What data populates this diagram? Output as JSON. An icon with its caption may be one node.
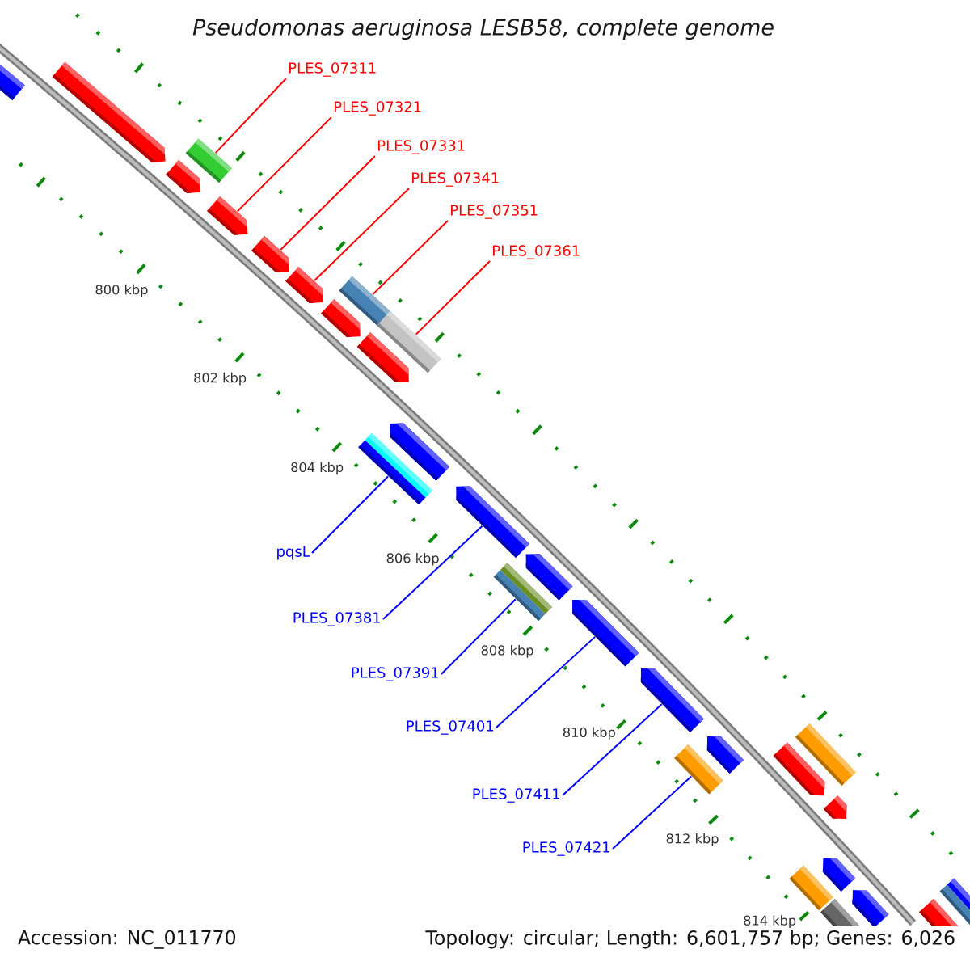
{
  "diagram": {
    "title": "Pseudomonas aeruginosa LESB58, complete genome",
    "nodes": [
      {
        "text": [
          "PLES_07311"
        ]
      },
      {
        "text": [
          "PLES_07321"
        ]
      },
      {
        "text": [
          "PLES_07331"
        ]
      },
      {
        "text": [
          "PLES_07341"
        ]
      },
      {
        "text": [
          "PLES_07351"
        ]
      },
      {
        "text": [
          "PLES_07361"
        ]
      },
      {
        "text": [
          "pqsL"
        ]
      },
      {
        "text": [
          "PLES_07381"
        ]
      },
      {
        "text": [
          "PLES_07391"
        ]
      },
      {
        "text": [
          "PLES_07401"
        ]
      },
      {
        "text": [
          "PLES_07411"
        ]
      },
      {
        "text": [
          "PLES_07421"
        ]
      },
      {
        "text": [],
        "shape": "box"
      },
      {
        "text": [],
        "shape": "pentagon"
      },
      {
        "text": [],
        "shape": "pentagon"
      },
      {
        "text": [],
        "shape": "box"
      },
      {
        "text": [],
        "shape": "pentagon"
      },
      {
        "text": [],
        "shape": "pentagon"
      },
      {
        "text": [],
        "shape": "pentagon"
      },
      {
        "text": [],
        "shape": "pentagon"
      },
      {
        "text": [],
        "shape": "box"
      },
      {
        "text": [],
        "shape": "pentagon"
      },
      {
        "text": [],
        "shape": "box"
      },
      {
        "text": [],
        "shape": "box"
      },
      {
        "text": [],
        "shape": "pentagon"
      },
      {
        "text": [],
        "shape": "pentagon"
      },
      {
        "text": [],
        "shape": "box"
      },
      {
        "text": [],
        "shape": "pentagon"
      },
      {
        "text": [],
        "shape": "pentagon"
      },
      {
        "text": [],
        "shape": "pentagon"
      },
      {
        "text": [],
        "shape": "box"
      },
      {
        "text": [],
        "shape": "pentagon"
      },
      {
        "text": [],
        "shape": "pentagon"
      },
      {
        "text": [],
        "shape": "box"
      },
      {
        "text": [],
        "shape": "box"
      },
      {
        "text": [],
        "shape": "pentagon"
      },
      {
        "text": [],
        "shape": "box"
      },
      {
        "text": [],
        "shape": "pentagon"
      },
      {
        "text": [],
        "shape": "pentagon"
      },
      {
        "text": [],
        "shape": "box"
      },
      {
        "text": [],
        "shape": "box"
      }
    ],
    "edges": [
      {
        "from": 0,
        "to": 15,
        "arrow": "none",
        "color": "#ff0000"
      },
      {
        "from": 1,
        "to": 16,
        "arrow": "none",
        "color": "#ff0000"
      },
      {
        "from": 2,
        "to": 17,
        "arrow": "none",
        "color": "#ff0000"
      },
      {
        "from": 3,
        "to": 18,
        "arrow": "none",
        "color": "#ff0000"
      },
      {
        "from": 4,
        "to": 20,
        "arrow": "none",
        "color": "#ff0000"
      },
      {
        "from": 5,
        "to": 23,
        "arrow": "none",
        "color": "#ff0000"
      },
      {
        "from": 6,
        "to": 22,
        "arrow": "none",
        "color": "#0000ff"
      },
      {
        "from": 7,
        "to": 25,
        "arrow": "none",
        "color": "#0000ff"
      },
      {
        "from": 8,
        "to": 26,
        "arrow": "none",
        "color": "#0000ff"
      },
      {
        "from": 9,
        "to": 28,
        "arrow": "none",
        "color": "#0000ff"
      },
      {
        "from": 10,
        "to": 29,
        "arrow": "none",
        "color": "#0000ff"
      },
      {
        "from": 11,
        "to": 30,
        "arrow": "none",
        "color": "#0000ff"
      }
    ],
    "labels": [
      "800 kbp",
      "802 kbp",
      "804 kbp",
      "806 kbp",
      "808 kbp",
      "810 kbp",
      "812 kbp",
      "814 kbp",
      "Accession: NC_011770",
      "Topology: circular; Length: 6,601,757 bp; Genes: 6,026"
    ]
  }
}
